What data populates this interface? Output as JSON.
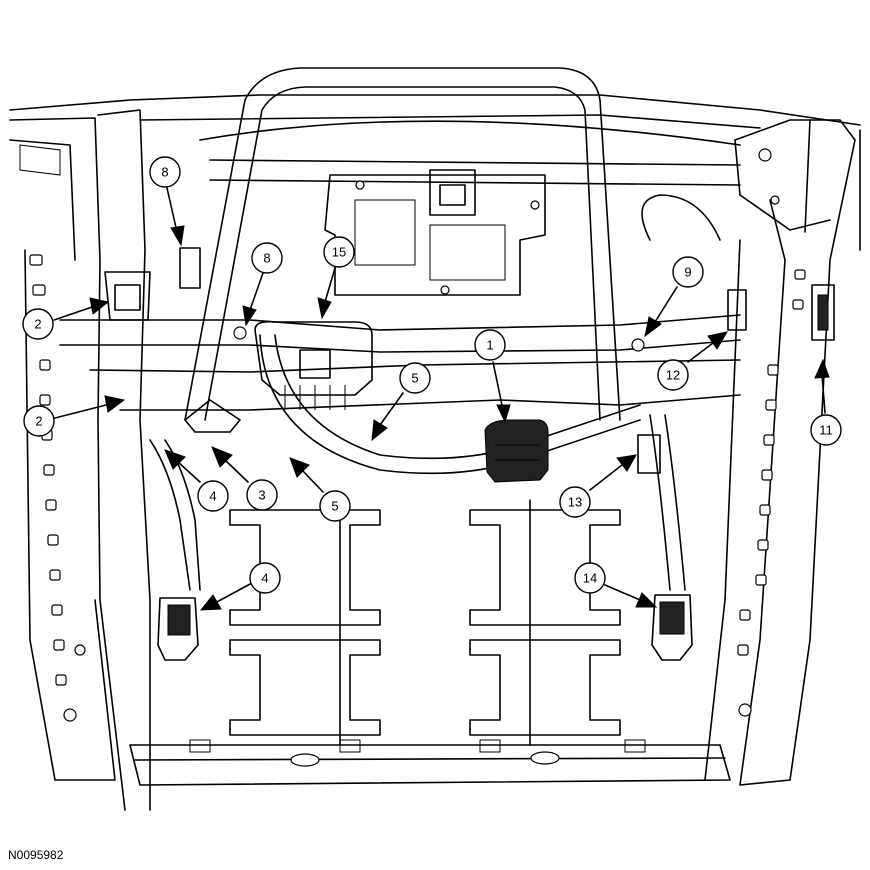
{
  "figure_id": "N0095982",
  "callouts": [
    {
      "label": "1"
    },
    {
      "label": "2"
    },
    {
      "label": "2"
    },
    {
      "label": "3"
    },
    {
      "label": "4"
    },
    {
      "label": "4"
    },
    {
      "label": "5"
    },
    {
      "label": "5"
    },
    {
      "label": "8"
    },
    {
      "label": "8"
    },
    {
      "label": "9"
    },
    {
      "label": "11"
    },
    {
      "label": "12"
    },
    {
      "label": "13"
    },
    {
      "label": "14"
    },
    {
      "label": "15"
    }
  ]
}
